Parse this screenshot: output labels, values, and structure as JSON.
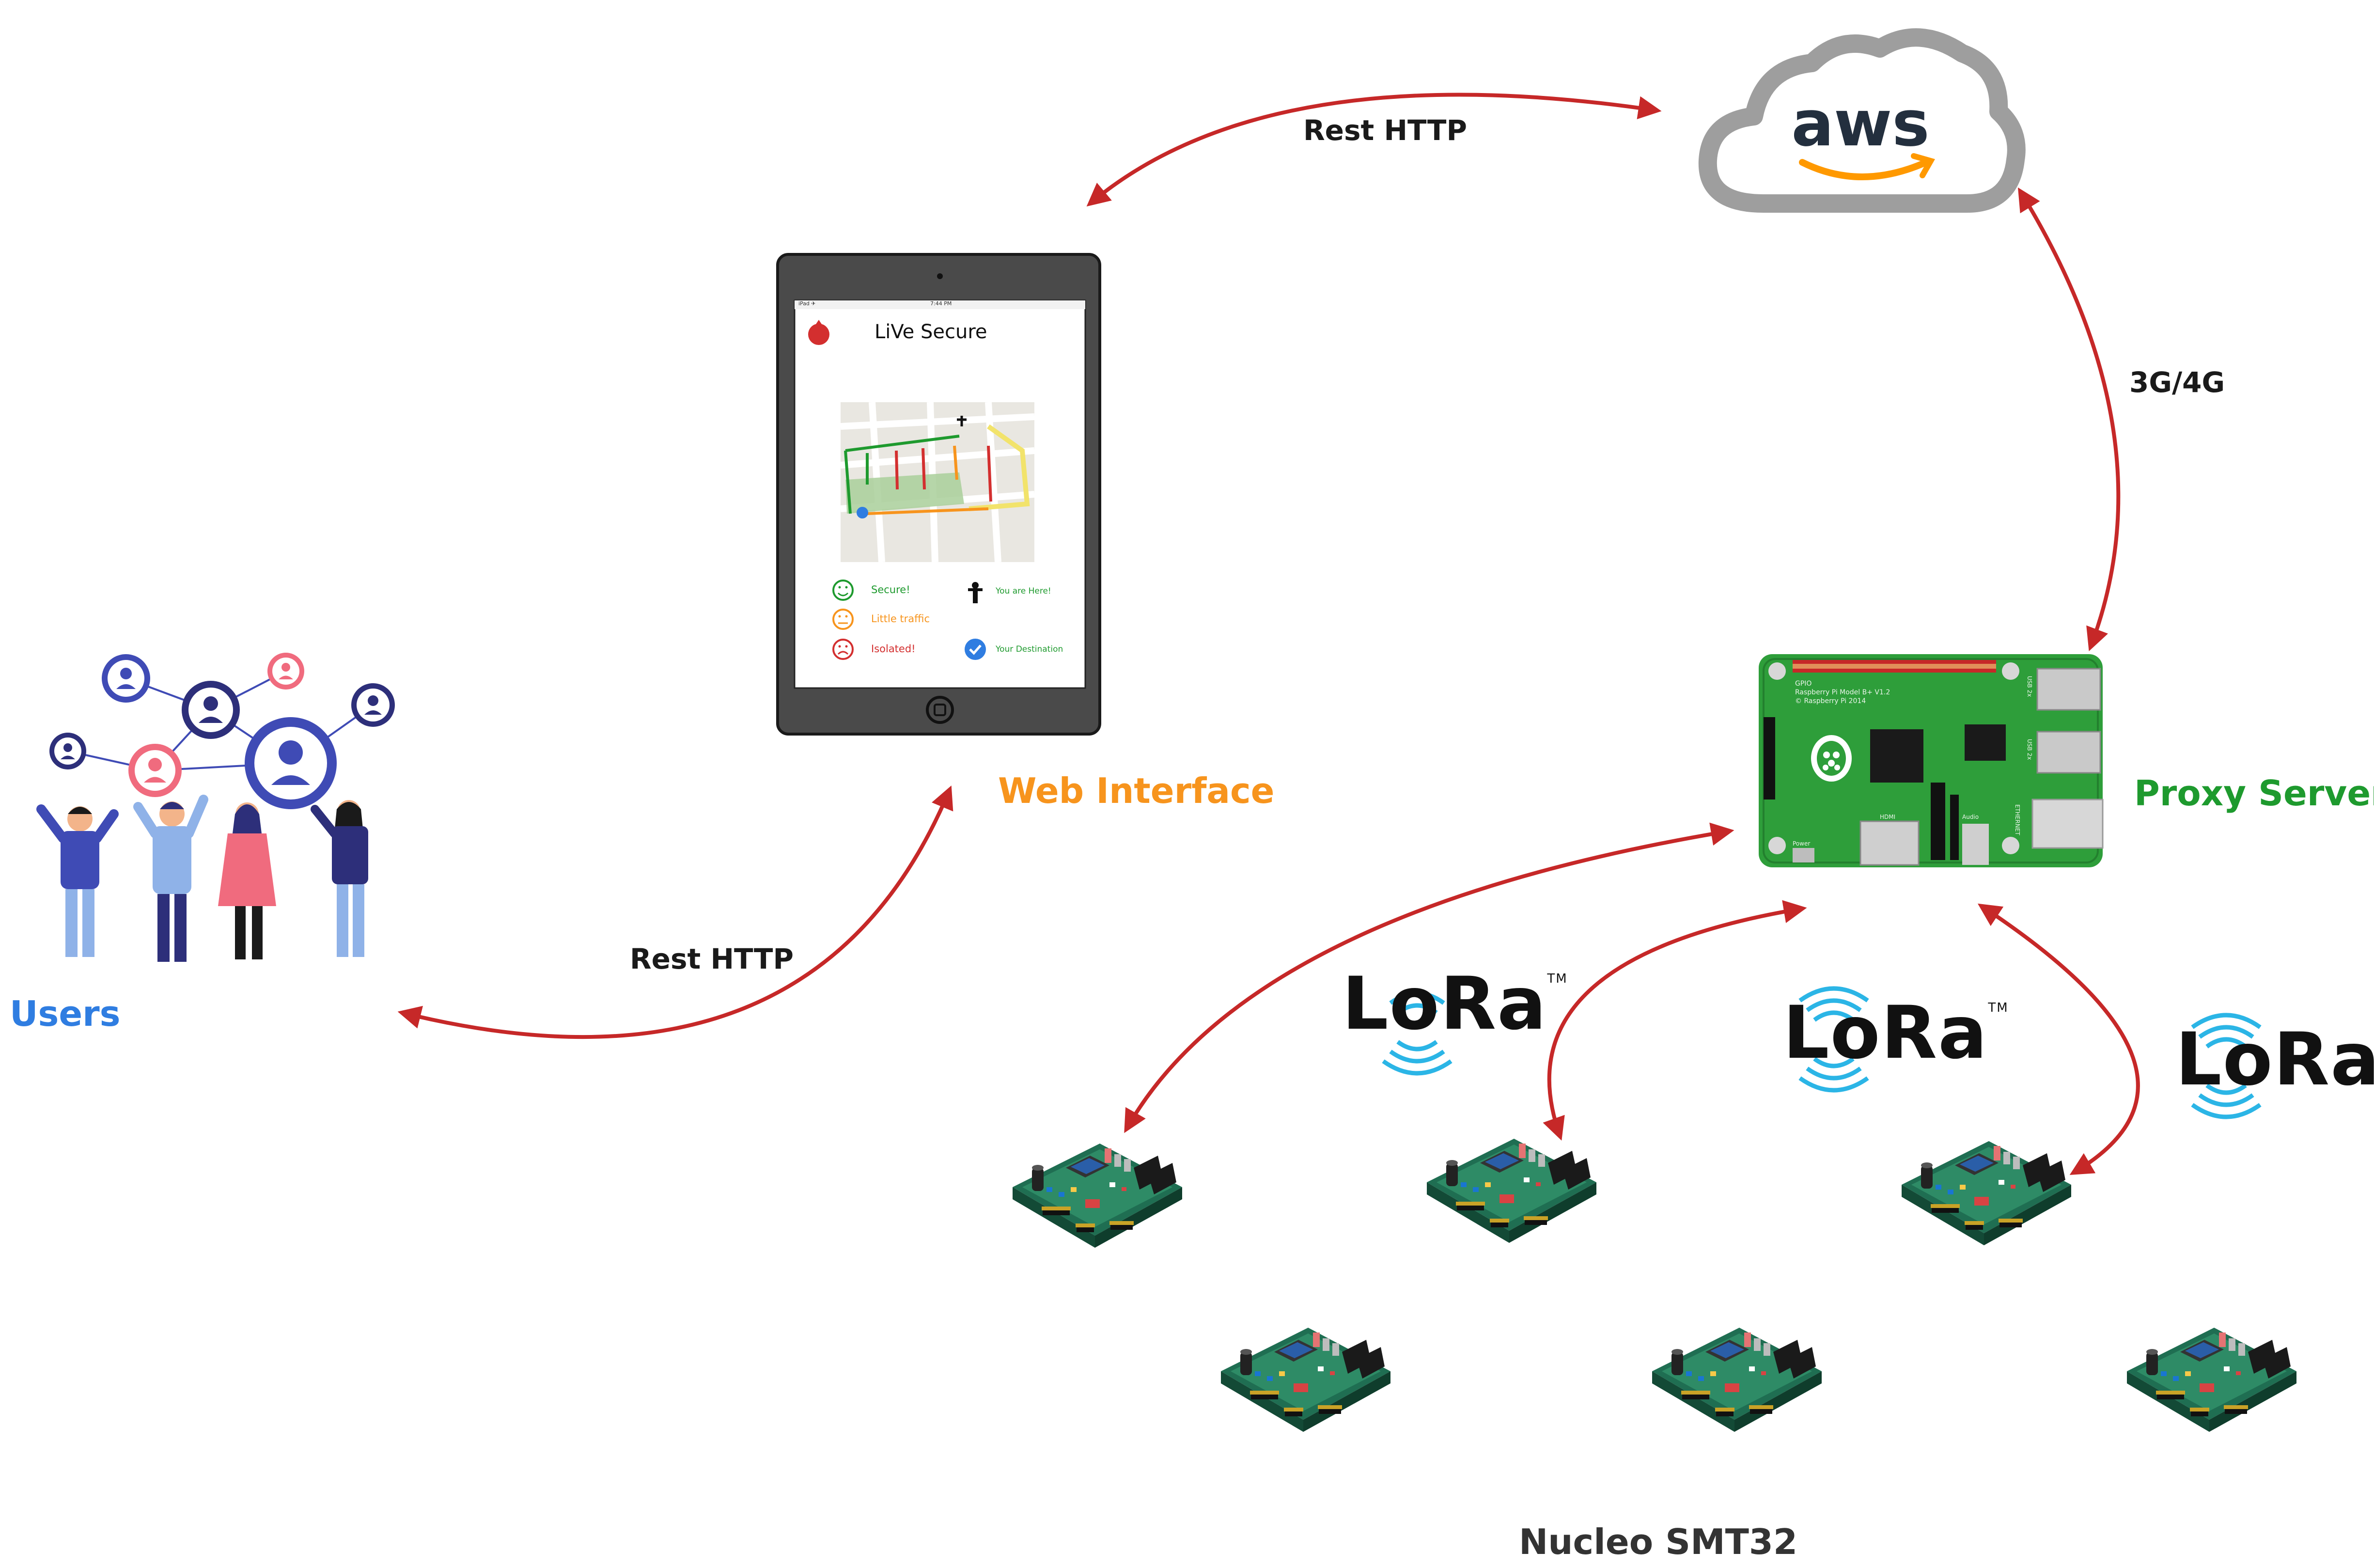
{
  "colors": {
    "arrow": "#c62828",
    "users_label": "#2f7de1",
    "web_label": "#f7941d",
    "proxy_label": "#1e9a2e",
    "aws_orange": "#ff9900",
    "cloud_gray": "#9e9e9e",
    "board_green": "#2e7d5b",
    "pi_green": "#2e9e3a"
  },
  "labels": {
    "rest_http_top": "Rest HTTP",
    "rest_http_bottom": "Rest HTTP",
    "network": "3G/4G",
    "users": "Users",
    "web_interface": "Web Interface",
    "proxy_server": "Proxy Server",
    "nucleo": "Nucleo SMT32"
  },
  "aws": {
    "text": "aws"
  },
  "lora": {
    "text": "LoRa",
    "tm": "TM"
  },
  "tablet": {
    "status_left": "iPad ✈",
    "status_center": "7:44 PM",
    "app_title": "LiVe Secure",
    "legend": {
      "secure": "Secure!",
      "little_traffic": "Little traffic",
      "isolated": "Isolated!",
      "you_are_here": "You are Here!",
      "your_destination": "Your Destination"
    },
    "legend_colors": {
      "secure": "#1e9a2e",
      "little_traffic": "#f7941d",
      "isolated": "#d32f2f",
      "you_are_here": "#1e9a2e",
      "your_destination": "#1e9a2e"
    }
  },
  "raspberry_pi": {
    "line1": "GPIO",
    "line2": "Raspberry Pi Model B+ V1.2",
    "line3": "© Raspberry Pi 2014",
    "hdmi": "HDMI",
    "power": "Power",
    "audio": "Audio",
    "ethernet": "ETHERNET",
    "usb": "USB 2x"
  }
}
